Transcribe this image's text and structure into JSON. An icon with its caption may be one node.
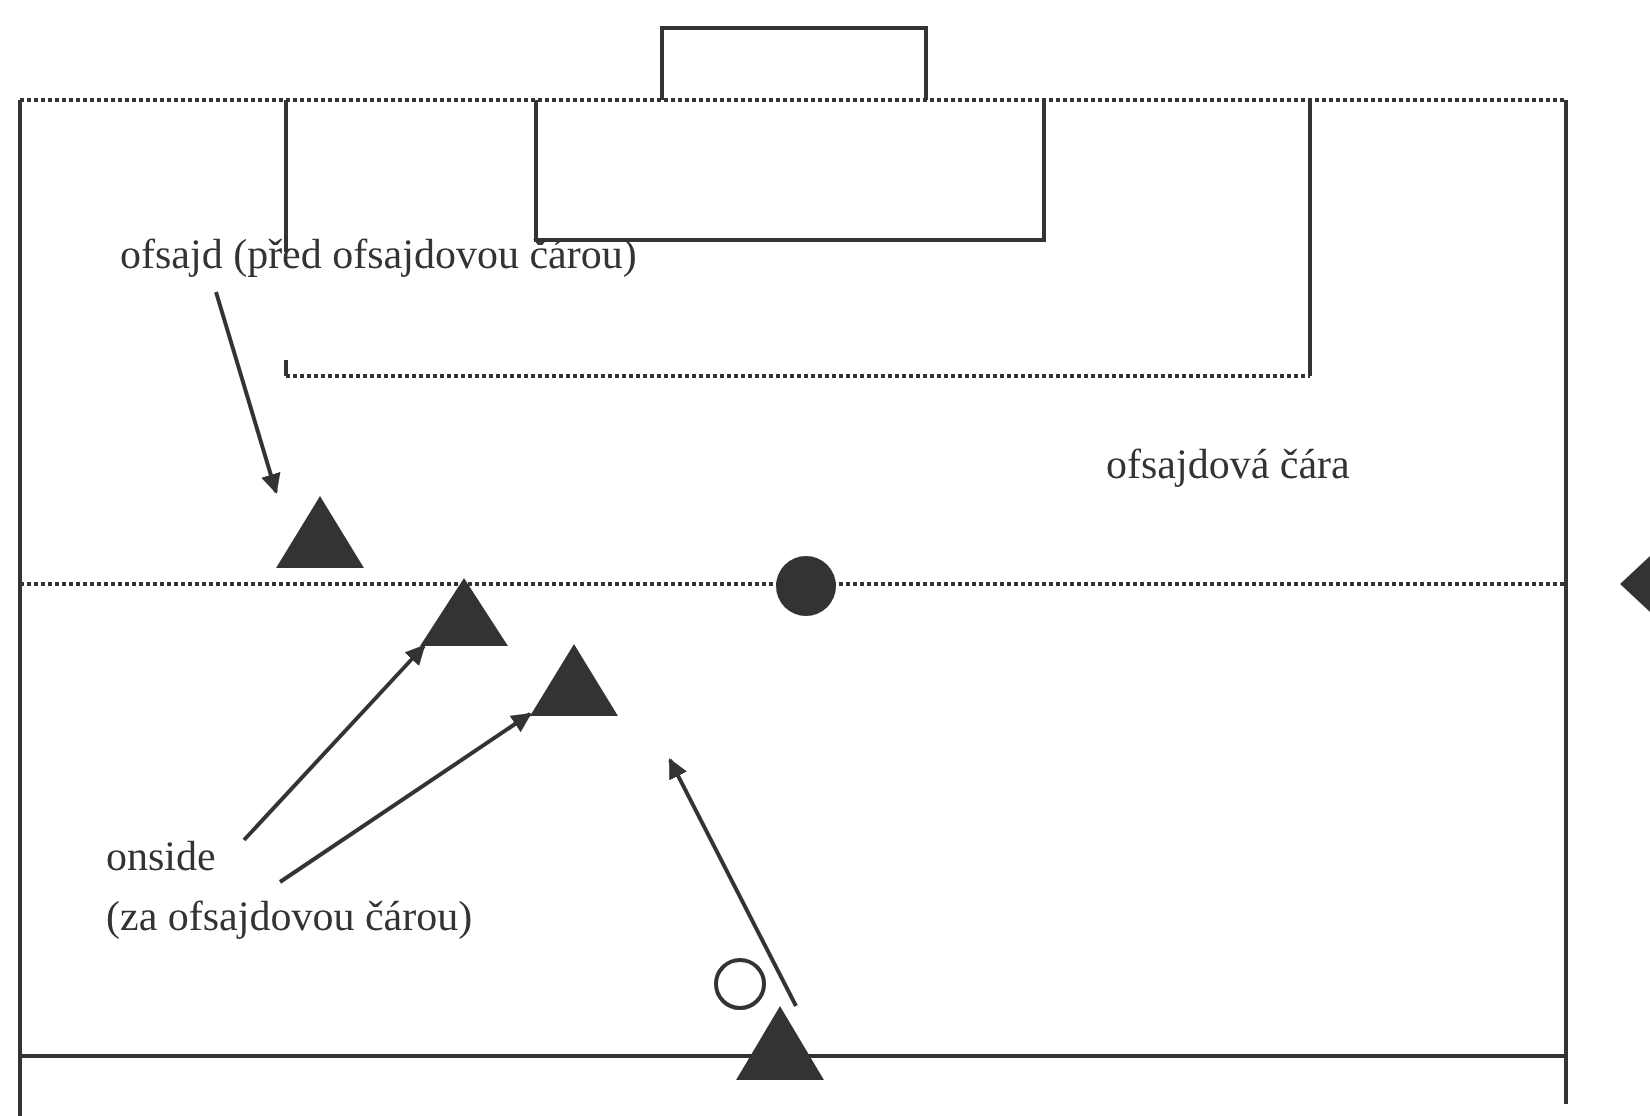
{
  "diagram": {
    "nodes": [
      {
        "text": [
          "ofsajd (před ofsajdovou čárou)"
        ]
      },
      {
        "text": [],
        "shape": "triangle"
      },
      {
        "text": [],
        "shape": "triangle"
      },
      {
        "text": [],
        "shape": "triangle"
      },
      {
        "text": [
          "onside (za ofsajdovou čárou)"
        ]
      },
      {
        "text": [],
        "shape": "triangle"
      }
    ],
    "edges": [
      {
        "from": 0,
        "to": 1,
        "arrow": "to"
      },
      {
        "from": 4,
        "to": 2,
        "arrow": "to"
      },
      {
        "from": 4,
        "to": 3,
        "arrow": "to"
      },
      {
        "from": 5,
        "to": null,
        "arrow": "to"
      }
    ],
    "labels": [
      "ofsajdová čára"
    ]
  }
}
